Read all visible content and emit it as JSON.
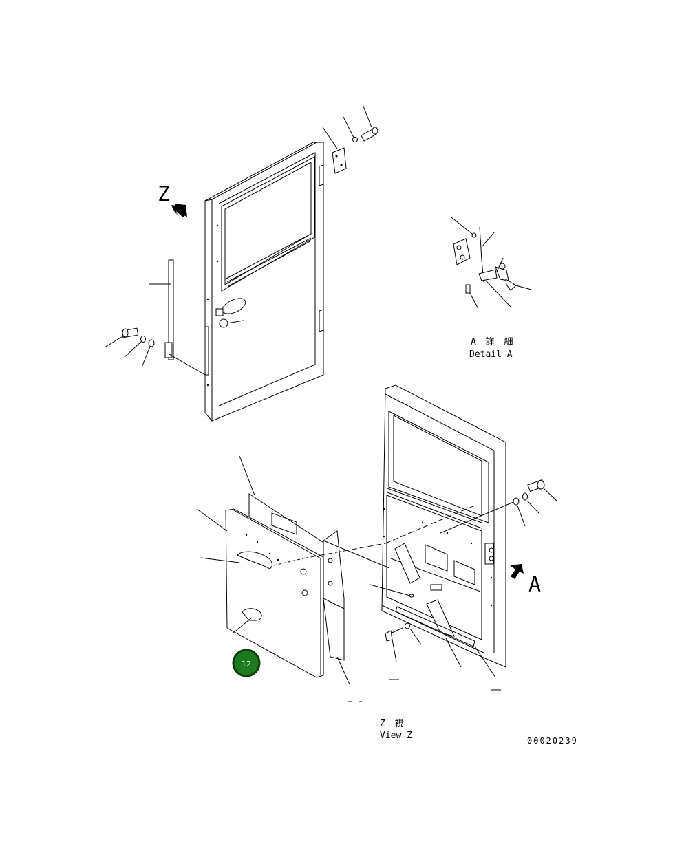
{
  "views": {
    "z_marker": "Z",
    "a_marker": "A",
    "detail_a_jp": "A 詳 細",
    "detail_a_en": "Detail A",
    "view_z_jp": "Z 視",
    "view_z_en": "View Z"
  },
  "drawing_number": "00020239",
  "callout": {
    "number": "12",
    "color": "#1e7a1e",
    "ring_color": "#0b3d0b"
  },
  "icons": {
    "view_arrow": "arrow-icon",
    "callout": "callout-badge"
  }
}
